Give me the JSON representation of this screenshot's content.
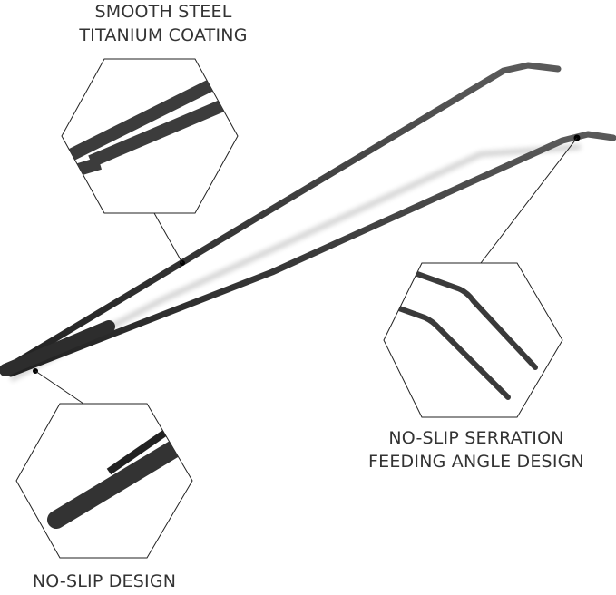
{
  "product": {
    "name": "curved tweezers",
    "finish_color": "#2f2f2f",
    "background_color": "#ffffff",
    "outline_color": "#222222"
  },
  "callouts": [
    {
      "id": "top",
      "lines": [
        "SMOOTH STEEL",
        "TITANIUM COATING"
      ],
      "detail": "close-up of arms near hinge"
    },
    {
      "id": "right",
      "lines": [
        "NO-SLIP SERRATION",
        "FEEDING ANGLE DESIGN"
      ],
      "detail": "close-up of bent serrated tips"
    },
    {
      "id": "bottom",
      "lines": [
        "NO-SLIP DESIGN"
      ],
      "detail": "close-up of rounded handle end"
    }
  ]
}
